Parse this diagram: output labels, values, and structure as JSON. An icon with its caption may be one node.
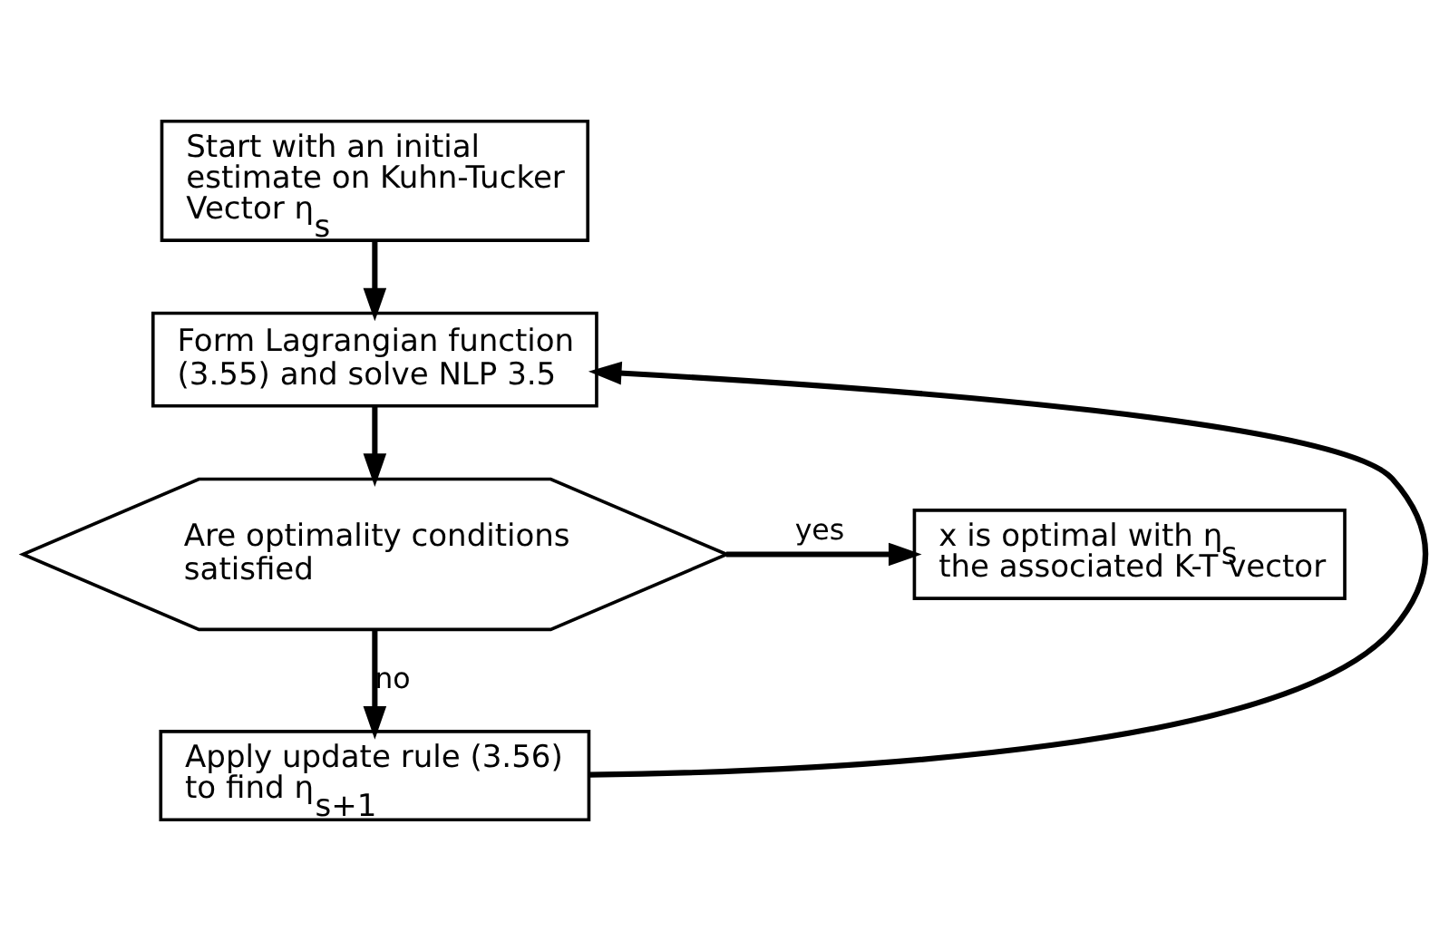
{
  "diagram": {
    "nodes": [
      {
        "text": [
          "Start with an initial estimate on Kuhn-Tucker Vector η$_{s}$"
        ]
      },
      {
        "text": [
          "Form Lagrangian function (3.55) and solve NLP 3.5"
        ]
      },
      {
        "text": [
          "Are optimality conditions satisfied"
        ]
      },
      {
        "text": [
          "x is optimal with η$_{s}$ the associated K-T vector"
        ]
      },
      {
        "text": [
          "Apply update rule (3.56) to find η$_{s+1}$"
        ]
      }
    ],
    "edges": [
      {
        "from": 0,
        "to": 1,
        "arrow": "to"
      },
      {
        "from": 1,
        "to": 2,
        "arrow": "to"
      },
      {
        "from": 2,
        "to": 3,
        "arrow": "to",
        "label": "yes"
      },
      {
        "from": 2,
        "to": 4,
        "arrow": "to",
        "label": "no"
      },
      {
        "from": 4,
        "to": 1,
        "arrow": "to"
      }
    ]
  }
}
